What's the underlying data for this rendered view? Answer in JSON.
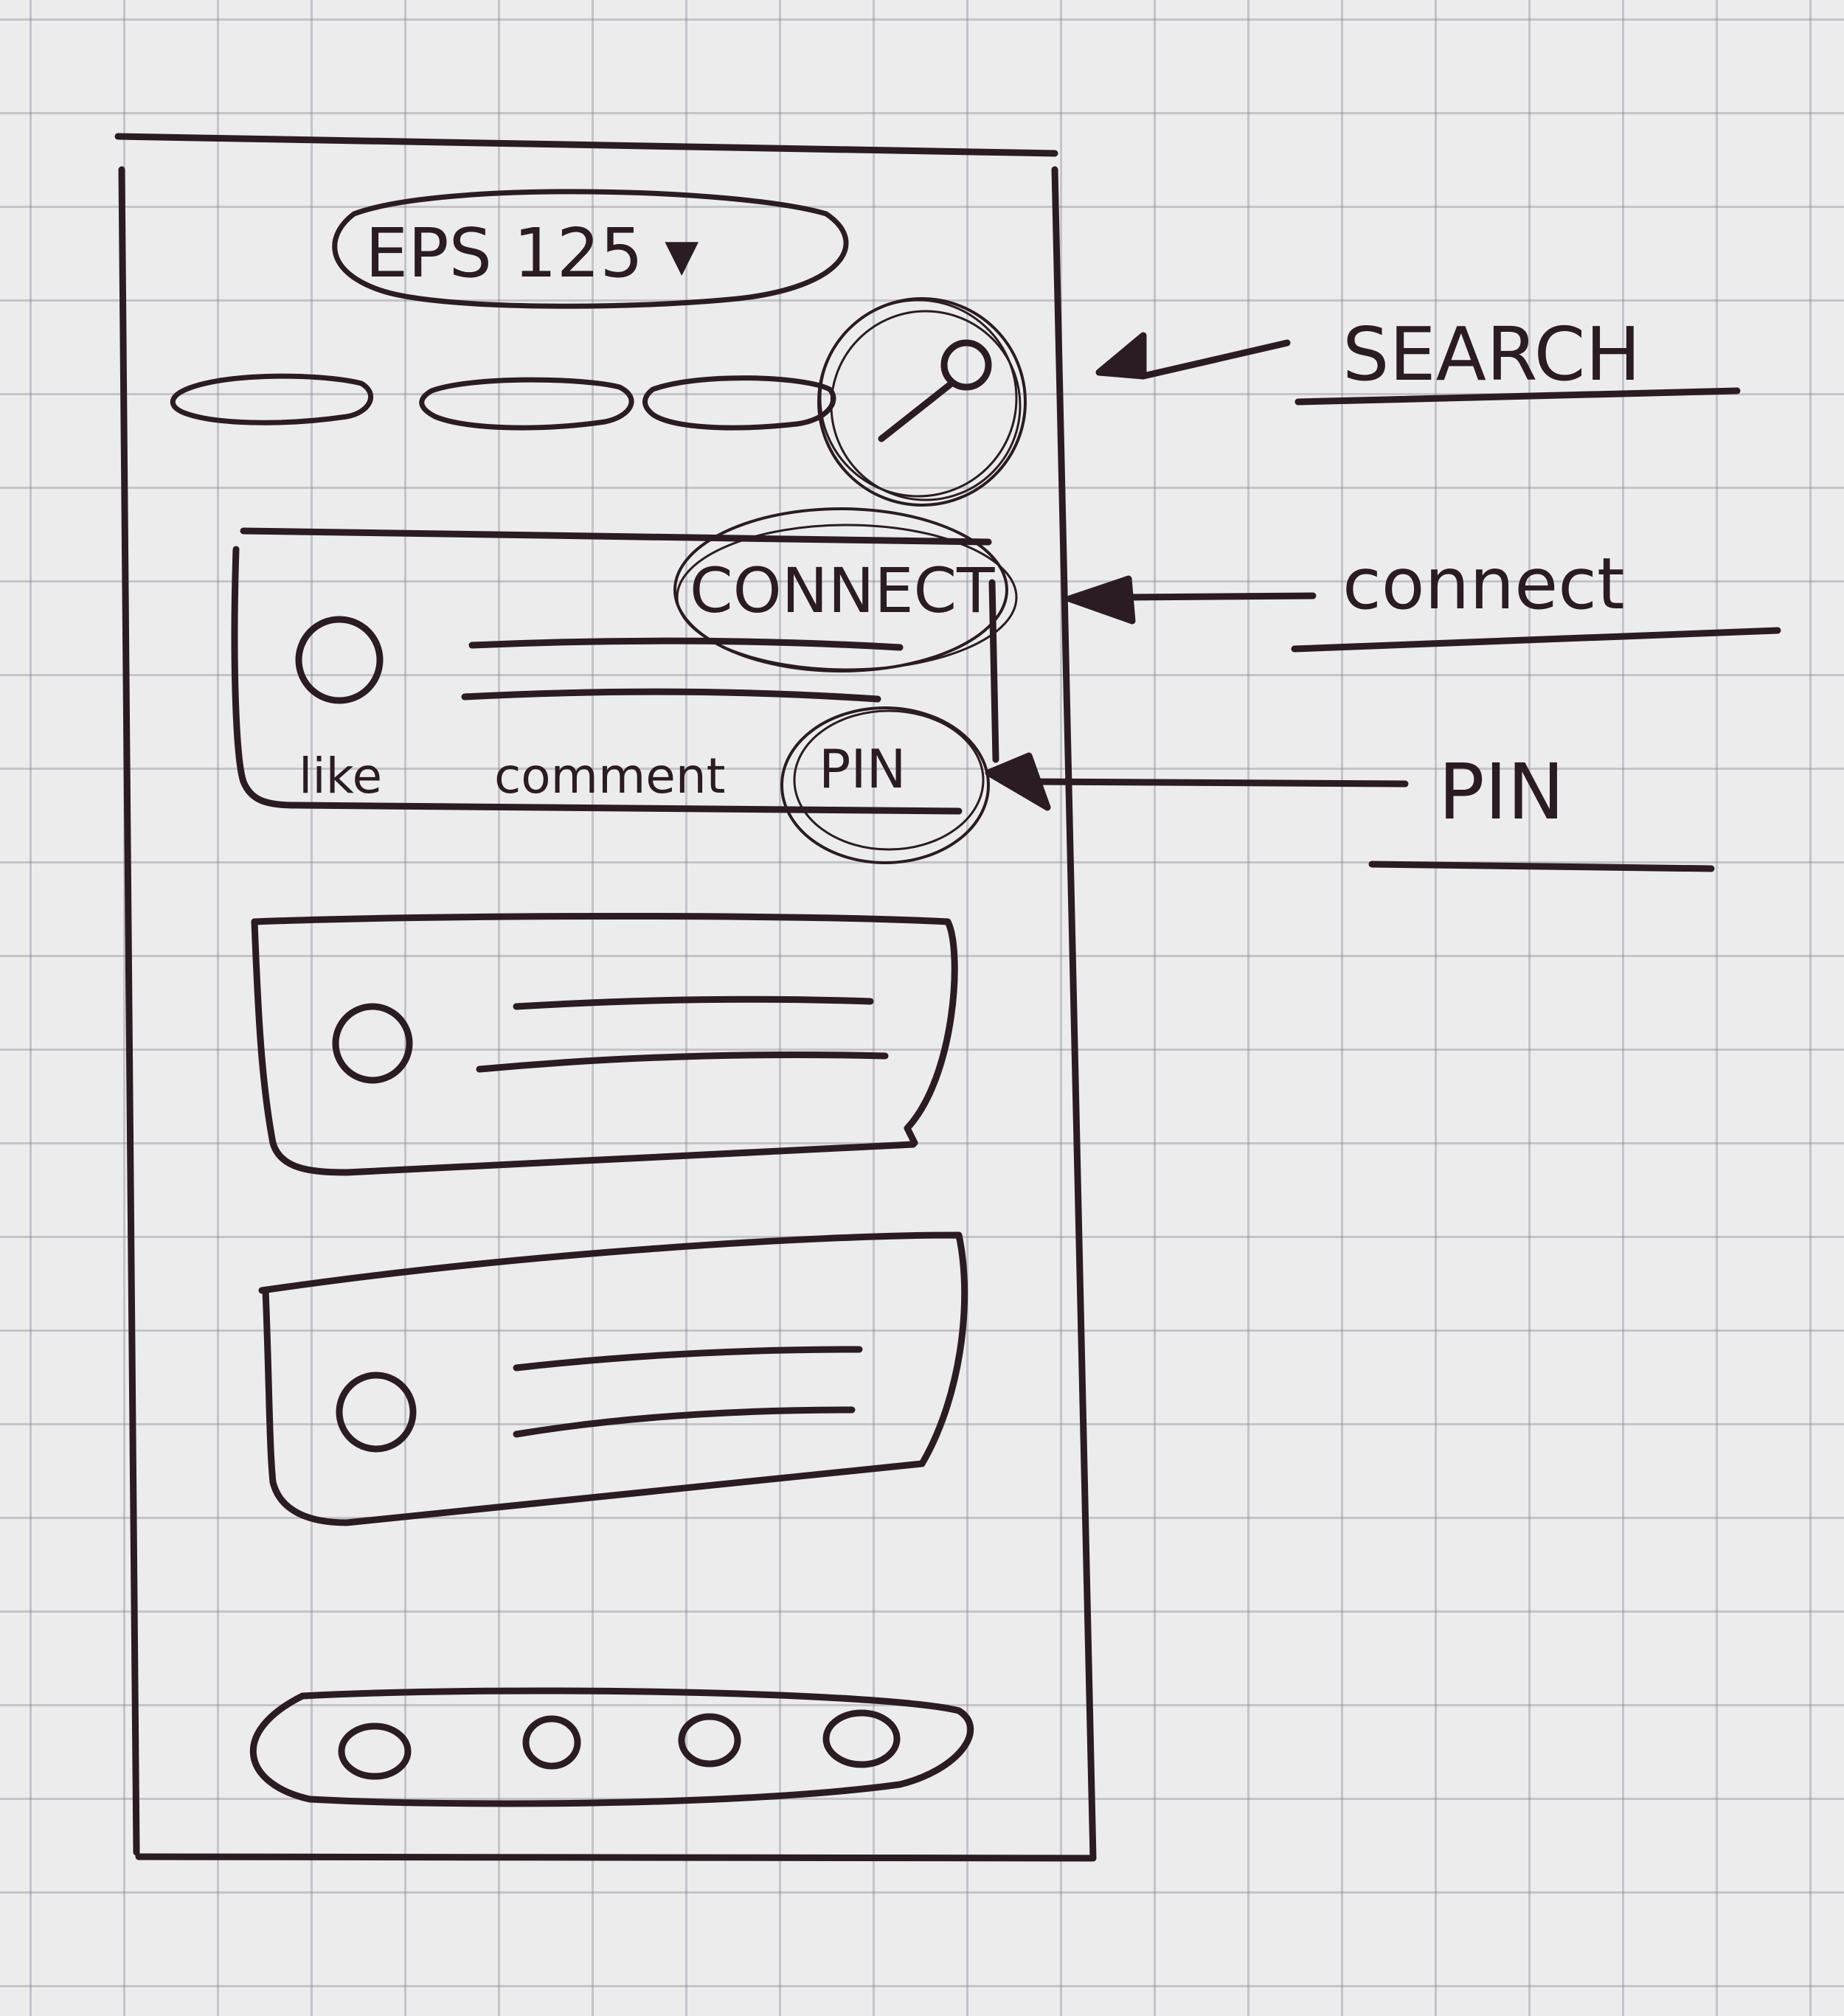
{
  "header": {
    "episode_selector": "EPS 125 ▾"
  },
  "post_card": {
    "connect_label": "CONNECT",
    "actions": {
      "like": "like",
      "comment": "comment",
      "pin": "PIN"
    }
  },
  "annotations": {
    "search": "SEARCH",
    "connect": "connect",
    "pin": "PIN"
  },
  "ink_color": "#2a1c22",
  "grid_color": "#8a8a98",
  "paper_color": "#ececec"
}
